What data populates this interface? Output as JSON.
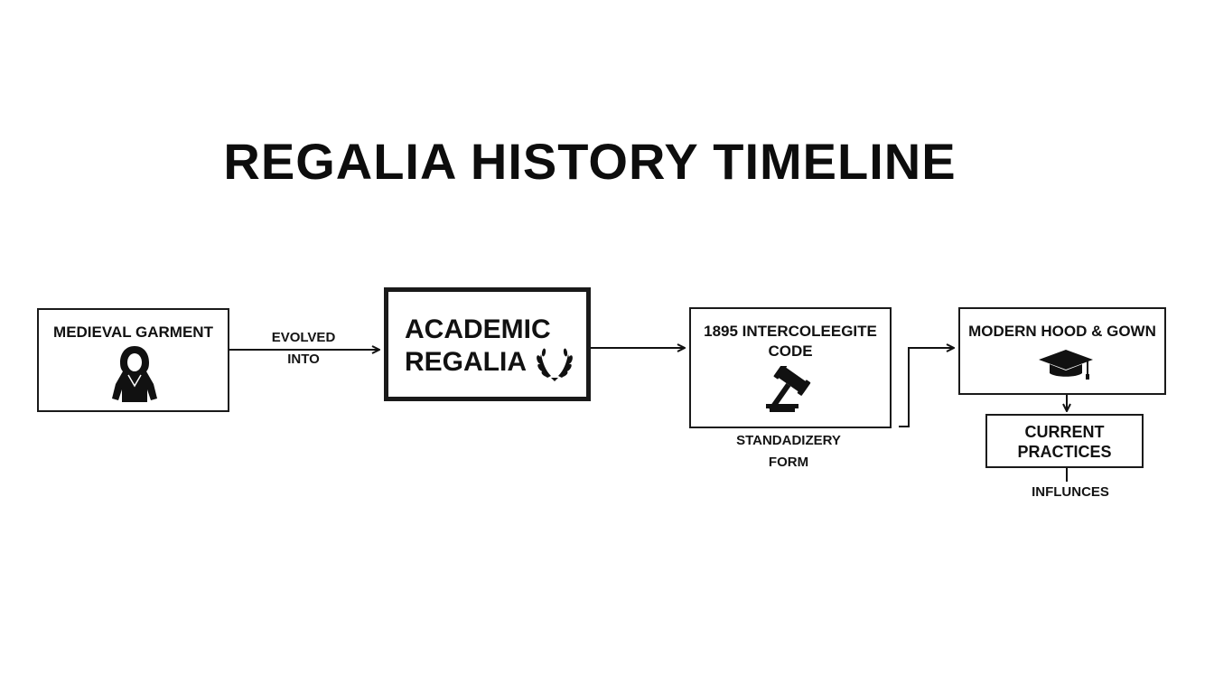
{
  "diagram": {
    "title": "REGALIA HISTORY TIMELINE",
    "nodes": {
      "medieval": {
        "label": "MEDIEVAL GARMENT",
        "icon": "hooded-robe-icon"
      },
      "academic": {
        "label_line1": "ACADEMIC",
        "label_line2": "REGALIA",
        "icon": "laurel-wreath-icon"
      },
      "code": {
        "label_line1": "1895 INTERCOLEEGITE",
        "label_line2": "CODE",
        "icon": "gavel-icon"
      },
      "modern": {
        "label": "MODERN HOOD & GOWN",
        "icon": "graduation-cap-icon"
      },
      "current": {
        "label_line1": "CURRENT",
        "label_line2": "PRACTICES"
      }
    },
    "edges": {
      "medieval_to_academic": {
        "label_line1": "EVOLVED",
        "label_line2": "INTO"
      },
      "academic_to_code": {},
      "code_to_modern": {
        "label_line1": "STANDADIZERY",
        "label_line2": "FORM"
      },
      "modern_to_current": {
        "label": "INFLUNCES"
      }
    },
    "colors": {
      "ink": "#111111",
      "background": "#ffffff"
    }
  }
}
